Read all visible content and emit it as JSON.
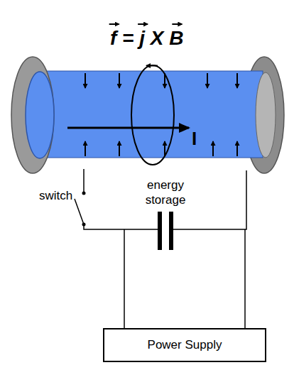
{
  "diagram": {
    "nodes": [
      {
        "text": [
          "Power Supply"
        ]
      }
    ],
    "labels": [
      "f = j X B",
      "I",
      "switch",
      "energy storage"
    ]
  }
}
